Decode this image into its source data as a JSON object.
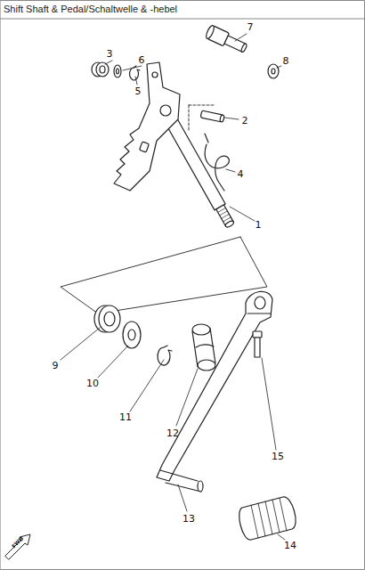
{
  "diagram": {
    "title": "Shift Shaft & Pedal/Schaltwelle & -hebel",
    "labels": [
      "7",
      "3",
      "6",
      "8",
      "5",
      "2",
      "4",
      "1",
      "9",
      "10",
      "11",
      "12",
      "15",
      "13",
      "14",
      "FWD"
    ]
  }
}
